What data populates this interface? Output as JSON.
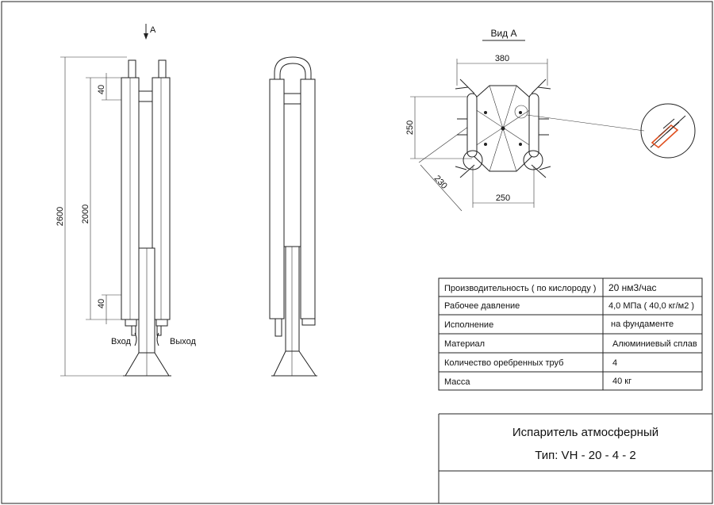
{
  "view": {
    "arrow_label": "A",
    "section_title": "Вид А",
    "dim_top": "380",
    "dim_left": "250",
    "dim_diag": "230",
    "dim_bottom": "250"
  },
  "front": {
    "dim_total": "2600",
    "dim_length": "2000",
    "dim_top_offset": "40",
    "dim_bottom_offset": "40",
    "inlet": "Вход",
    "outlet": "Выход"
  },
  "specs": {
    "rows": [
      {
        "label": "Производительность  ( по кислороду )",
        "value": "20 нм3/час"
      },
      {
        "label": "Рабочее давление",
        "value": "4,0 МПа  ( 40,0 кг/м2 )"
      },
      {
        "label": "Исполнение",
        "value": "на фундаменте"
      },
      {
        "label": "Материал",
        "value": "Алюминиевый сплав"
      },
      {
        "label": "Количество оребренных труб",
        "value": "4"
      },
      {
        "label": "Масса",
        "value": "40 кг"
      }
    ]
  },
  "title_block": {
    "name": "Испаритель атмосферный",
    "type": "Тип:  VH - 20 - 4 - 2"
  },
  "colors": {
    "line": "#222222",
    "detail_accent": "#e05020"
  }
}
